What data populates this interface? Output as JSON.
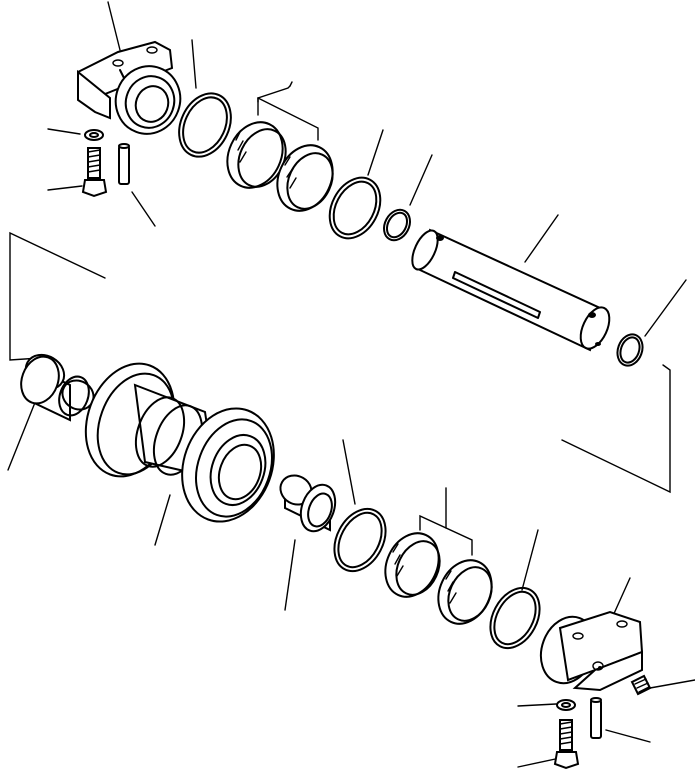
{
  "diagram": {
    "type": "exploded-parts-view",
    "background_color": "#ffffff",
    "line_color": "#000000",
    "parts": [
      "upper-bracket",
      "upper-o-ring-large",
      "upper-seal-pair",
      "upper-o-ring-medium",
      "upper-o-ring-small",
      "shaft",
      "shaft-end-o-ring",
      "left-bushing",
      "roller-body",
      "right-bushing",
      "lower-o-ring-left",
      "lower-seal-pair",
      "lower-o-ring-right",
      "lower-bracket",
      "plug",
      "washer",
      "bolt",
      "dowel-pin"
    ]
  }
}
